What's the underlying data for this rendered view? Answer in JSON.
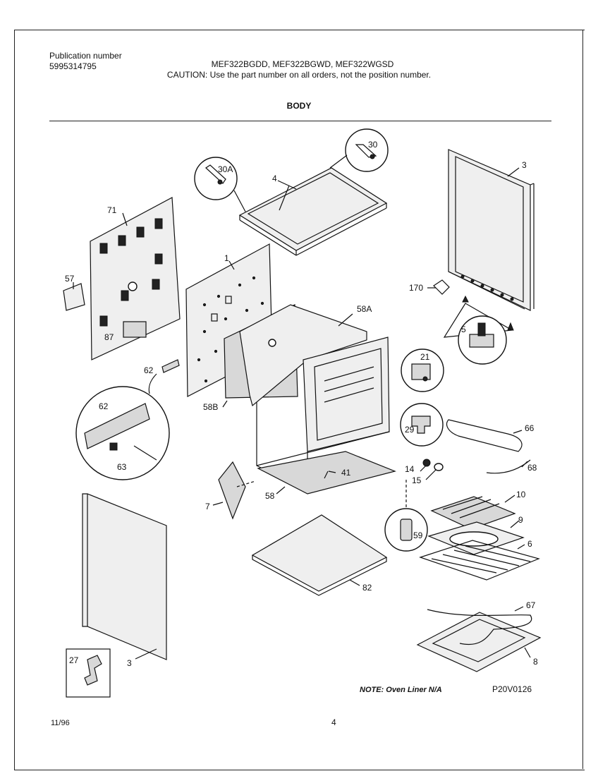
{
  "header": {
    "publication_label": "Publication number",
    "publication_number": "5995314795",
    "models": "MEF322BGDD, MEF322BGWD, MEF322WGSD",
    "caution": "CAUTION:  Use the part number on all orders, not the position number."
  },
  "section_title": "BODY",
  "callouts": {
    "c30": "30",
    "c30a": "30A",
    "c4": "4",
    "c3_top": "3",
    "c71": "71",
    "c57": "57",
    "c87": "87",
    "c1": "1",
    "c58a": "58A",
    "c170": "170",
    "c5": "5",
    "c62": "62",
    "c62_detail": "62",
    "c63": "63",
    "c21": "21",
    "c58b": "58B",
    "c29": "29",
    "c66": "66",
    "c14": "14",
    "c41": "41",
    "c68": "68",
    "c15": "15",
    "c58": "58",
    "c7": "7",
    "c10": "10",
    "c9": "9",
    "c59": "59",
    "c6": "6",
    "c82": "82",
    "c67": "67",
    "c27": "27",
    "c3_bottom": "3",
    "c8": "8"
  },
  "footer": {
    "note": "NOTE:  Oven Liner N/A",
    "figure_id": "P20V0126",
    "date": "11/96",
    "page": "4"
  }
}
